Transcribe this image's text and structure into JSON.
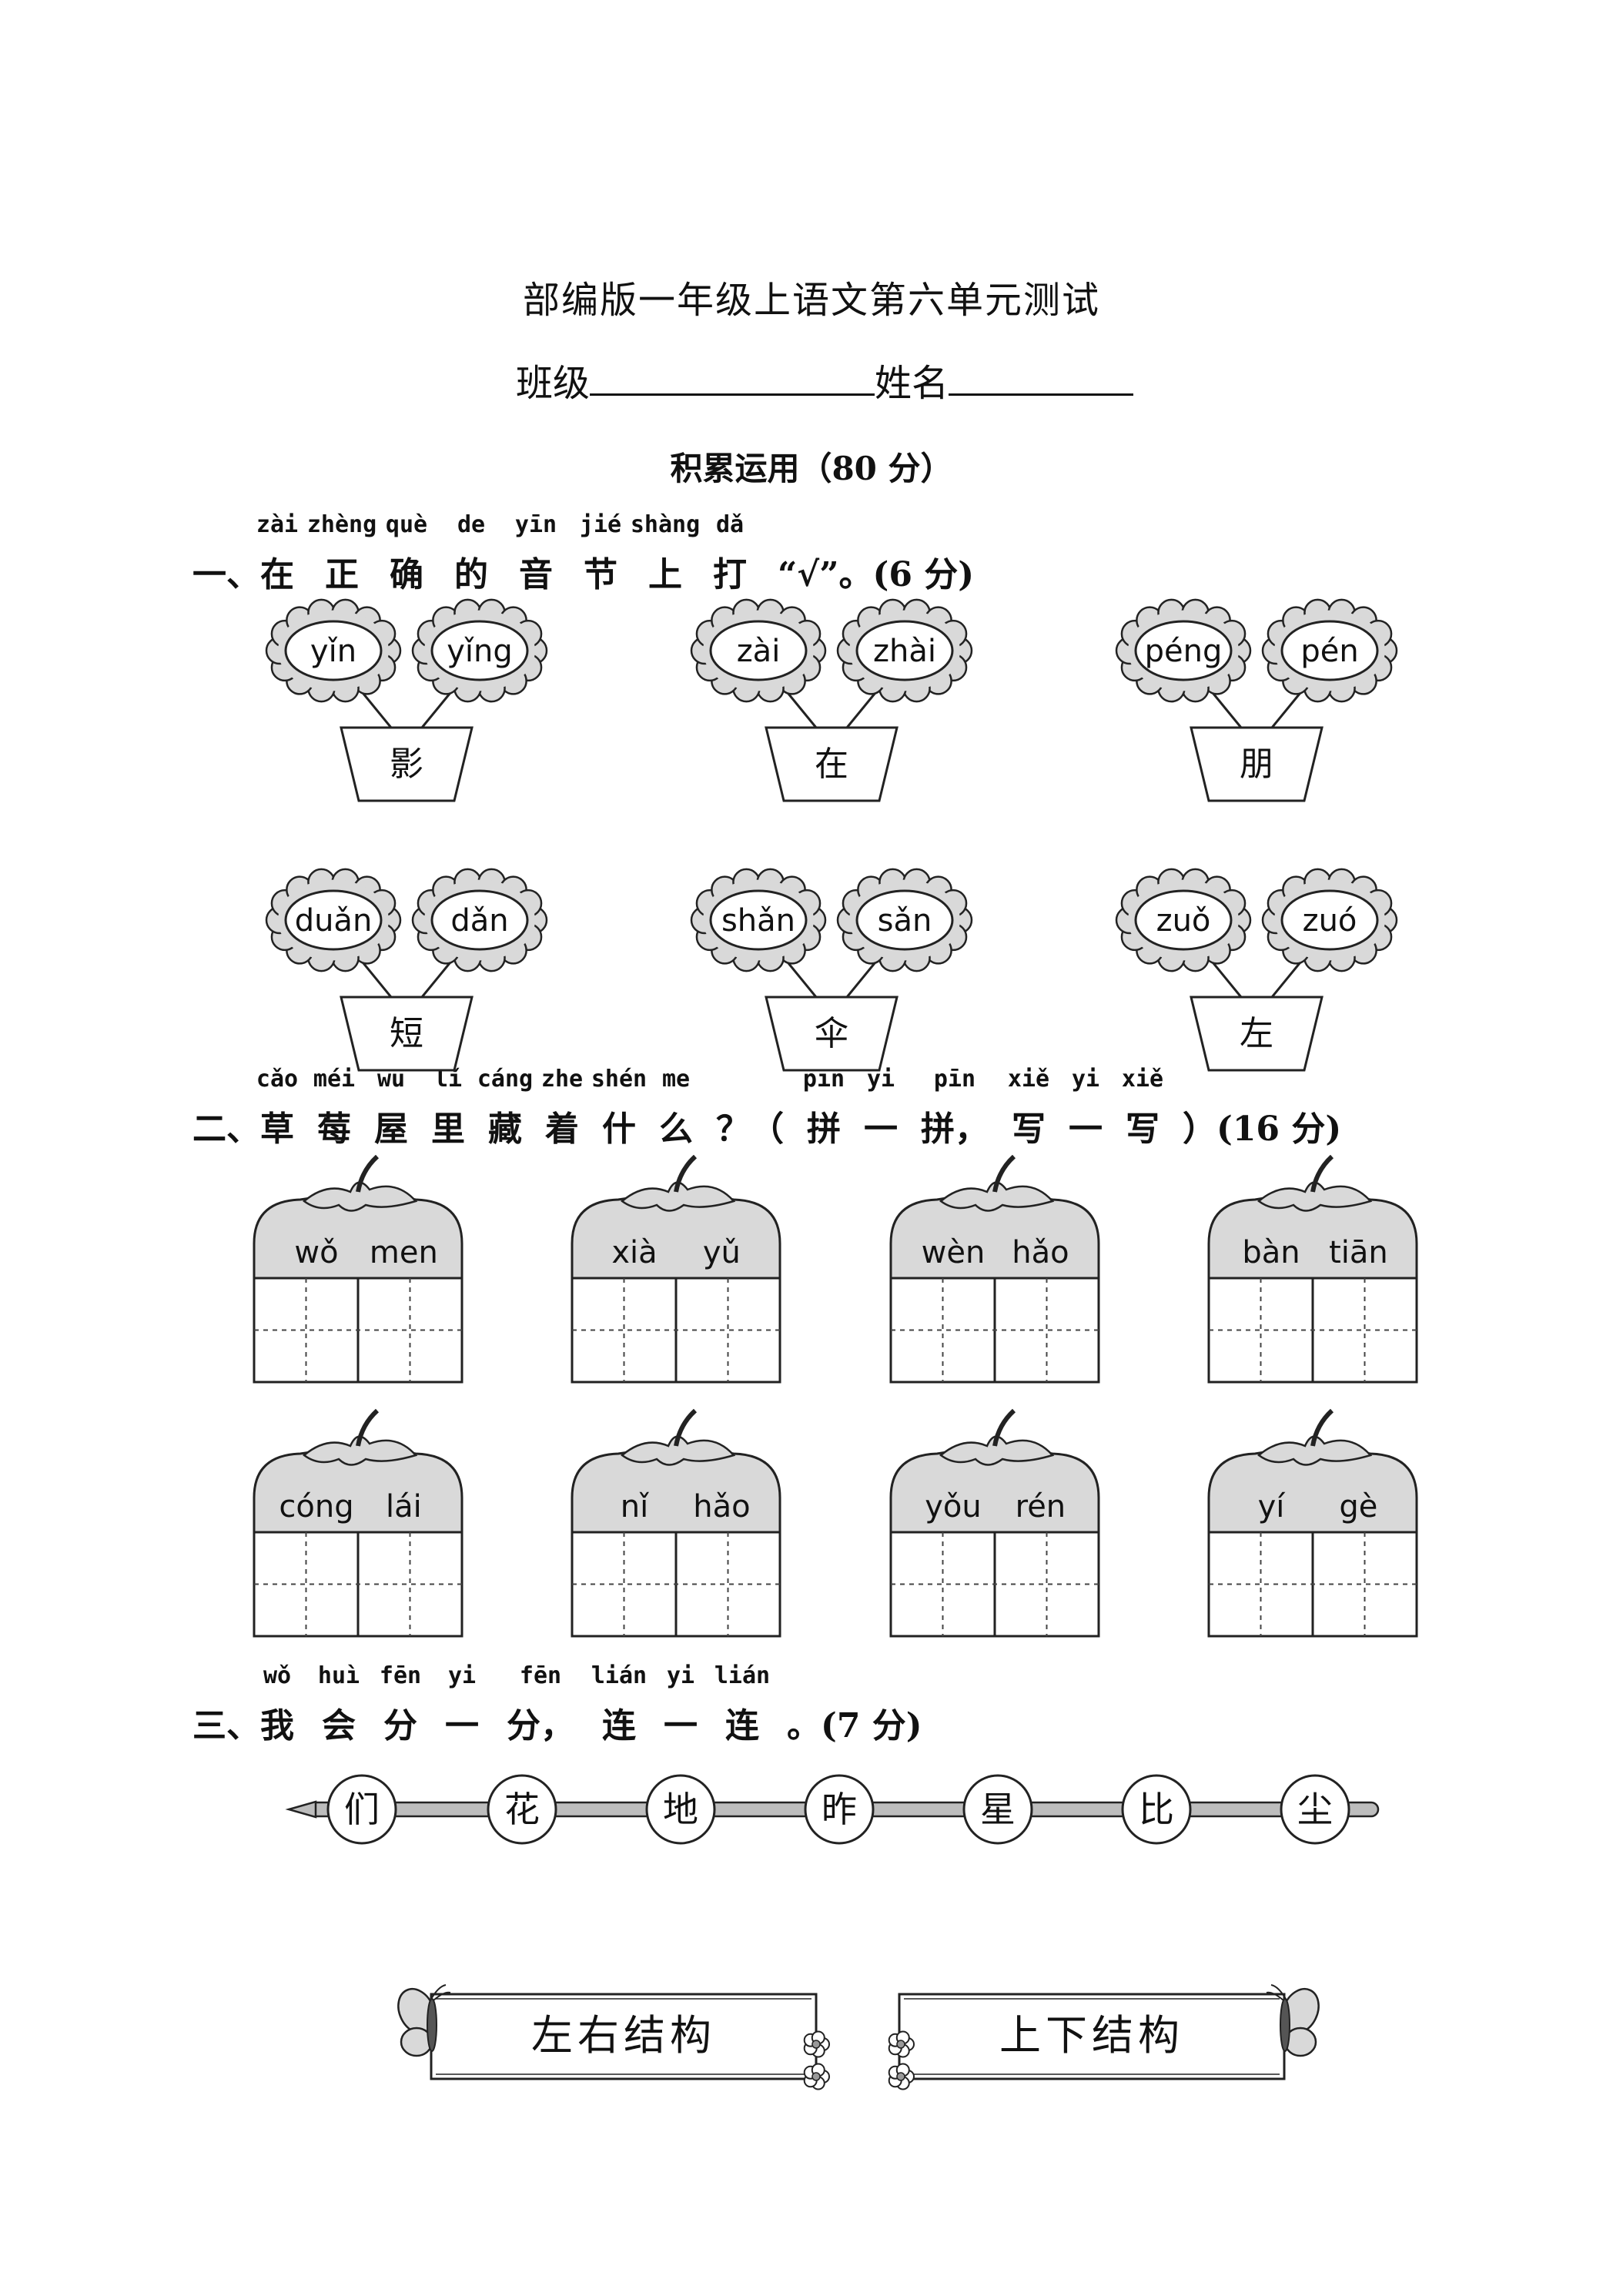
{
  "title": "部编版一年级上语文第六单元测试",
  "class_label": "班级",
  "name_label": "姓名",
  "section": "积累运用（80 分）",
  "q1": {
    "number": "一、",
    "chars": [
      {
        "c": "在",
        "p": "zài"
      },
      {
        "c": "正",
        "p": "zhèng"
      },
      {
        "c": "确",
        "p": "què"
      },
      {
        "c": "的",
        "p": "de"
      },
      {
        "c": "音",
        "p": "yīn"
      },
      {
        "c": "节",
        "p": "jié"
      },
      {
        "c": "上",
        "p": "shàng"
      },
      {
        "c": "打",
        "p": "dǎ"
      }
    ],
    "tail": "“√”。(6 分)",
    "items": [
      {
        "char": "影",
        "left": "yǐn",
        "right": "yǐng"
      },
      {
        "char": "在",
        "left": "zài",
        "right": "zhài"
      },
      {
        "char": "朋",
        "left": "péng",
        "right": "pén"
      },
      {
        "char": "短",
        "left": "duǎn",
        "right": "dǎn"
      },
      {
        "char": "伞",
        "left": "shǎn",
        "right": "sǎn"
      },
      {
        "char": "左",
        "left": "zuǒ",
        "right": "zuó"
      }
    ]
  },
  "q2": {
    "number": "二、",
    "chars": [
      {
        "c": "草",
        "p": "cǎo"
      },
      {
        "c": "莓",
        "p": "méi"
      },
      {
        "c": "屋",
        "p": "wū"
      },
      {
        "c": "里",
        "p": "lǐ"
      },
      {
        "c": "藏",
        "p": "cáng"
      },
      {
        "c": "着",
        "p": "zhe"
      },
      {
        "c": "什",
        "p": "shén"
      },
      {
        "c": "么",
        "p": "me"
      },
      {
        "c": "？（",
        "p": ""
      },
      {
        "c": "拼",
        "p": "pīn"
      },
      {
        "c": "一",
        "p": "yi"
      },
      {
        "c": "拼，",
        "p": "pīn"
      },
      {
        "c": "写",
        "p": "xiě"
      },
      {
        "c": "一",
        "p": "yi"
      },
      {
        "c": "写",
        "p": "xiě"
      }
    ],
    "tail": "）(16 分)",
    "words": [
      [
        "wǒ",
        "men"
      ],
      [
        "xià",
        "yǔ"
      ],
      [
        "wèn",
        "hǎo"
      ],
      [
        "bàn",
        "tiān"
      ],
      [
        "cóng",
        "lái"
      ],
      [
        "nǐ",
        "hǎo"
      ],
      [
        "yǒu",
        "rén"
      ],
      [
        "yí",
        "gè"
      ]
    ]
  },
  "q3": {
    "number": "三、",
    "chars": [
      {
        "c": "我",
        "p": "wǒ"
      },
      {
        "c": "会",
        "p": "huì"
      },
      {
        "c": "分",
        "p": "fēn"
      },
      {
        "c": "一",
        "p": "yi"
      },
      {
        "c": "分，",
        "p": "fēn"
      },
      {
        "c": "连",
        "p": "lián"
      },
      {
        "c": "一",
        "p": "yi"
      },
      {
        "c": "连",
        "p": "lián"
      }
    ],
    "tail": "。(7 分)",
    "beads": [
      "们",
      "花",
      "地",
      "昨",
      "星",
      "比",
      "尘"
    ],
    "banners": [
      "左右结构",
      "上下结构"
    ]
  }
}
